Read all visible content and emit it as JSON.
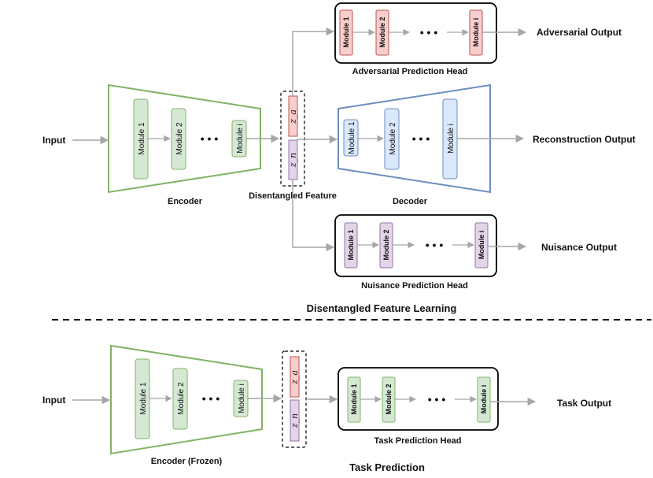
{
  "colors": {
    "encoder_green": "#82b366",
    "encoder_fill": "#d5e8d4",
    "decoder_blue": "#6c8ebf",
    "decoder_fill": "#dae8fc",
    "adversarial_red": "#b85450",
    "adversarial_fill": "#f8cecc",
    "nuisance_purple": "#9673a6",
    "nuisance_fill": "#e1d5e7",
    "arrow_gray": "#a6a6a6"
  },
  "top": {
    "input_label": "Input",
    "encoder": {
      "caption": "Encoder",
      "modules": [
        "Module 1",
        "Module 2",
        "Module i"
      ],
      "ellipsis": "• • •"
    },
    "feature": {
      "caption": "Disentangled Feature",
      "za": "z_a",
      "zn": "z_n"
    },
    "adversarial_head": {
      "caption": "Adversarial Prediction Head",
      "modules": [
        "Module 1",
        "Module 2",
        "Module i"
      ],
      "ellipsis": "• • •",
      "output": "Adversarial Output"
    },
    "decoder": {
      "caption": "Decoder",
      "modules": [
        "Module 1",
        "Module 2",
        "Module i"
      ],
      "ellipsis": "• • •",
      "output": "Reconstruction Output"
    },
    "nuisance_head": {
      "caption": "Nuisance Prediction Head",
      "modules": [
        "Module 1",
        "Module 2",
        "Module i"
      ],
      "ellipsis": "• • •",
      "output": "Nuisance Output"
    },
    "section_title": "Disentangled Feature Learning"
  },
  "bottom": {
    "input_label": "Input",
    "encoder": {
      "caption": "Encoder (Frozen)",
      "modules": [
        "Module 1",
        "Module 2",
        "Module i"
      ],
      "ellipsis": "• • •"
    },
    "feature": {
      "za": "z_a",
      "zn": "z_n"
    },
    "task_head": {
      "caption": "Task Prediction Head",
      "modules": [
        "Module 1",
        "Module 2",
        "Module i"
      ],
      "ellipsis": "• • •",
      "output": "Task Output"
    },
    "section_title": "Task Prediction"
  }
}
